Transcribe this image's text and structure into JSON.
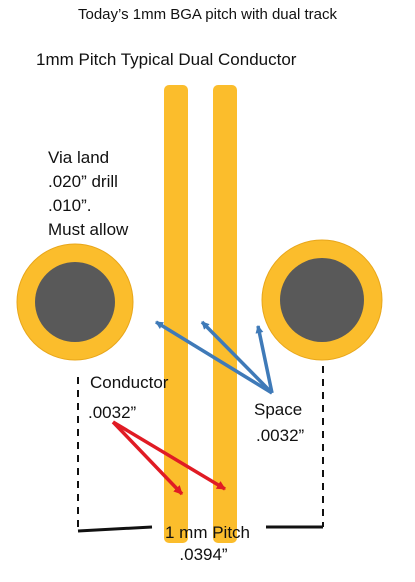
{
  "header": {
    "title": "Today’s 1mm BGA pitch with dual track",
    "subtitle": "1mm Pitch Typical Dual Conductor"
  },
  "via_note": {
    "lines": [
      "Via land",
      ".020” drill",
      ".010”.",
      "Must allow"
    ]
  },
  "labels": {
    "conductor_name": "Conductor",
    "conductor_value": ".0032”",
    "space_name": "Space",
    "space_value": ".0032”",
    "pitch_name": "1 mm Pitch",
    "pitch_value": ".0394”"
  },
  "colors": {
    "conductor": "#FBBD2C",
    "via_land": "#FBBD2C",
    "via_land_edge": "#E8A61A",
    "via_drill": "#595959",
    "space_arrow": "#3F7AB8",
    "conductor_arrow": "#E01B24",
    "dimension_line": "#111111"
  }
}
